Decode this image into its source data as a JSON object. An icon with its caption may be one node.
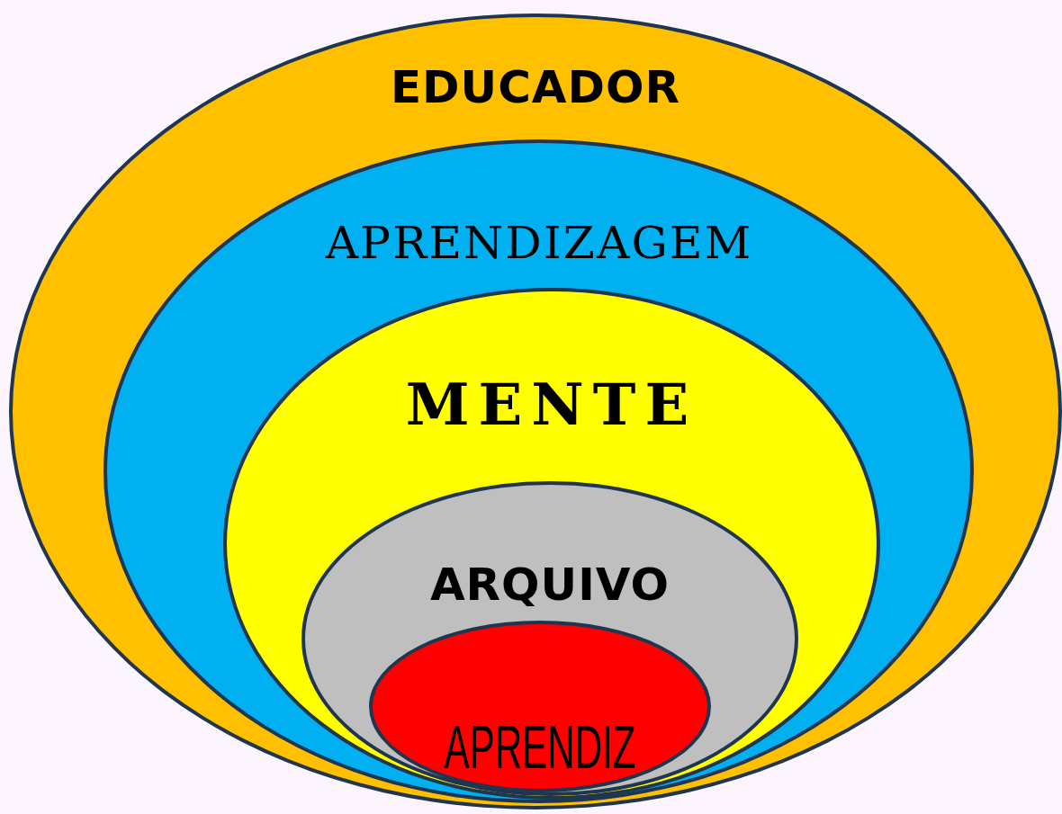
{
  "diagram": {
    "nodes": [
      {
        "text": [
          "EDUCADOR"
        ]
      },
      {
        "text": [
          "APRENDIZAGEM"
        ],
        "in": 0
      },
      {
        "text": [
          "MENTE"
        ],
        "in": 1
      },
      {
        "text": [
          "ARQUIVO"
        ],
        "in": 2
      },
      {
        "text": [
          "APRENDIZ"
        ],
        "in": 3
      }
    ]
  }
}
